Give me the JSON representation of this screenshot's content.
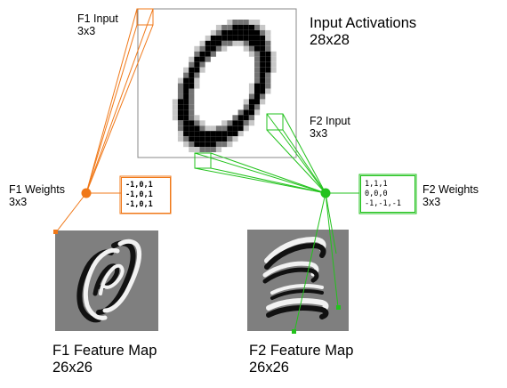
{
  "labels": {
    "input_title": "Input Activations",
    "input_size": "28x28",
    "f1_input": "F1 Input",
    "f1_input_size": "3x3",
    "f2_input": "F2 Input",
    "f2_input_size": "3x3",
    "f1_weights": "F1 Weights",
    "f1_weights_size": "3x3",
    "f2_weights": "F2 Weights",
    "f2_weights_size": "3x3",
    "f1_map": "F1 Feature Map",
    "f1_map_size": "26x26",
    "f2_map": "F2 Feature Map",
    "f2_map_size": "26x26"
  },
  "f1_weights_matrix": [
    "-1,0,1",
    "-1,0,1",
    "-1,0,1"
  ],
  "f2_weights_matrix": [
    "1,1,1",
    "0,0,0",
    "-1,-1,-1"
  ],
  "colors": {
    "f1": "#f07818",
    "f2": "#22c21c",
    "map_background": "#7f7f7f",
    "input_background": "#ffffff"
  }
}
